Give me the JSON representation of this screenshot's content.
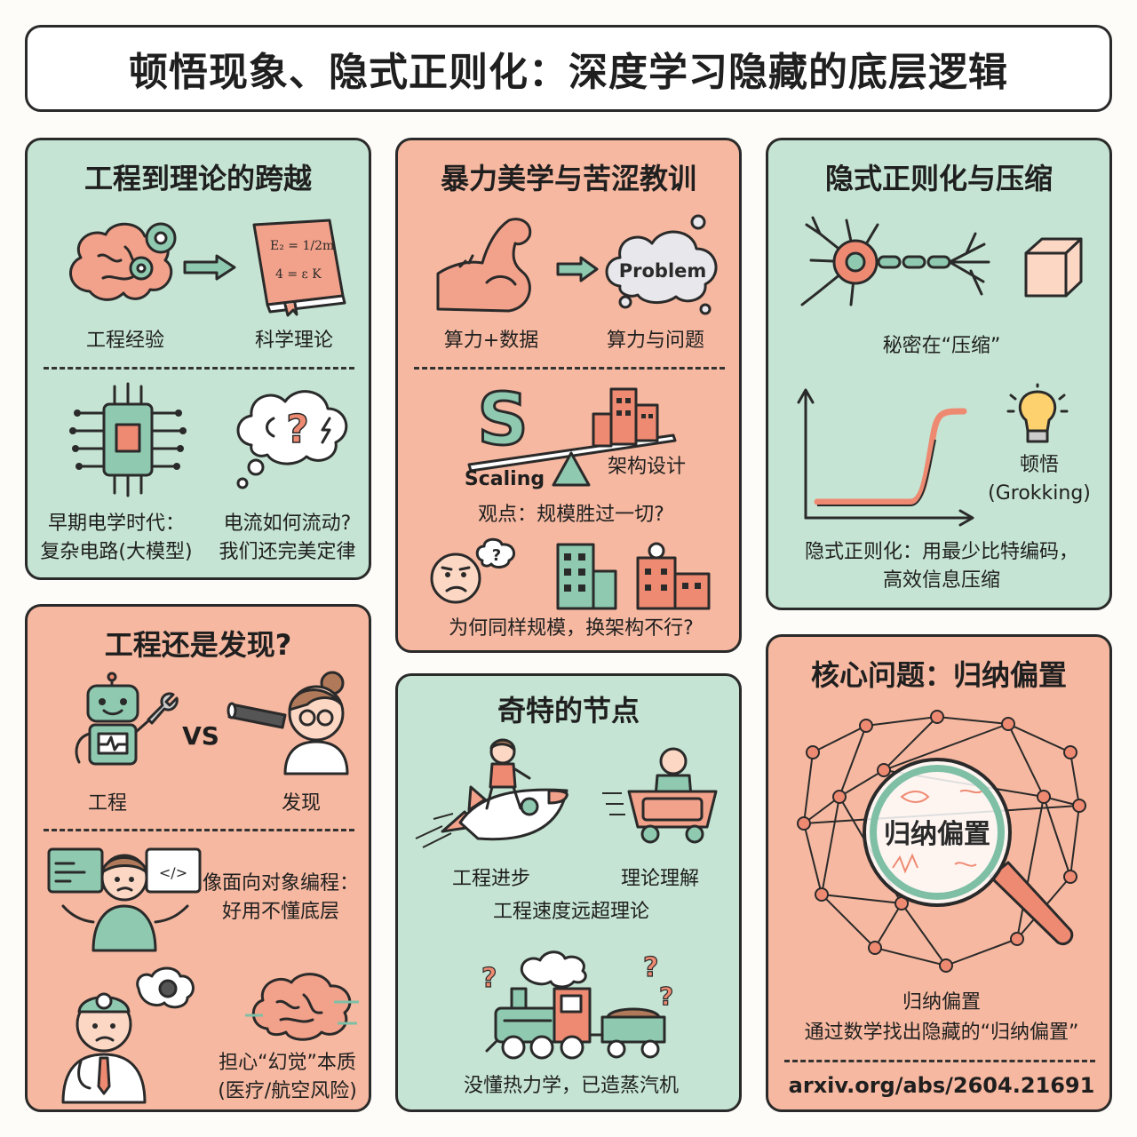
{
  "title": "顿悟现象、隐式正则化：深度学习隐藏的底层逻辑",
  "panels": {
    "engineering_to_theory": {
      "title": "工程到理论的跨越",
      "label_experience": "工程经验",
      "label_theory": "科学理论",
      "book_formula_1": "E₂ = 1/2m",
      "book_formula_2": "4 = ε K",
      "label_early_1": "早期电学时代：",
      "label_early_2": "复杂电路(大模型)",
      "label_current_1": "电流如何流动?",
      "label_current_2": "我们还完美定律"
    },
    "brute_force": {
      "title": "暴力美学与苦涩教训",
      "cloud_text": "Problem",
      "label_compute_data": "算力+数据",
      "label_compute_problem": "算力与问题",
      "letter_s": "S",
      "label_scaling": "Scaling",
      "label_architecture": "架构设计",
      "label_view": "观点：规模胜过一切?",
      "bubble_mark": "?",
      "label_why": "为何同样规模，换架构不行?"
    },
    "implicit_reg": {
      "title": "隐式正则化与压缩",
      "label_secret": "秘密在“压缩”",
      "label_grok_1": "顿悟",
      "label_grok_2": "(Grokking)",
      "label_desc_1": "隐式正则化：用最少比特编码，",
      "label_desc_2": "高效信息压缩"
    },
    "engineering_or_discovery": {
      "title": "工程还是发现?",
      "vs": "VS",
      "label_engineering": "工程",
      "label_discovery": "发现",
      "code_tag": "</>",
      "label_oop_1": "像面向对象编程：",
      "label_oop_2": "好用不懂底层",
      "label_worry_1": "担心“幻觉”本质",
      "label_worry_2": "(医疗/航空风险)"
    },
    "strange_node": {
      "title": "奇特的节点",
      "label_progress": "工程进步",
      "label_understanding": "理论理解",
      "label_speed": "工程速度远超理论",
      "label_steam": "没懂热力学，已造蒸汽机",
      "mark": "?"
    },
    "inductive_bias": {
      "title": "核心问题：归纳偏置",
      "lens_text": "归纳偏置",
      "label_1": "归纳偏置",
      "label_2": "通过数学找出隐藏的“归纳偏置”",
      "link": "arxiv.org/abs/2604.21691"
    }
  },
  "colors": {
    "green_panel": "#c5e4d3",
    "salmon_panel": "#f6b8a0",
    "accent_salmon": "#ef8a72",
    "accent_teal": "#7fbfa6",
    "ink": "#2a2a2a"
  }
}
